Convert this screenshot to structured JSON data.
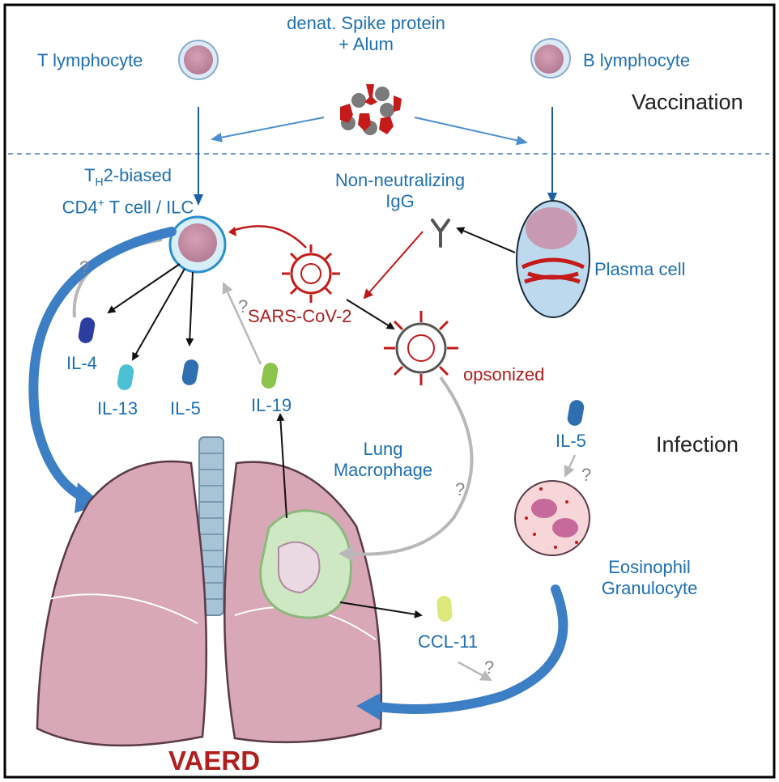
{
  "header": {
    "antigen_line1": "denat. Spike protein",
    "antigen_line2": "+ Alum"
  },
  "labels": {
    "t_lymphocyte": "T lymphocyte",
    "b_lymphocyte": "B lymphocyte",
    "vaccination": "Vaccination",
    "infection": "Infection",
    "th2_line1_pre": "T",
    "th2_line1_sub": "H",
    "th2_line1_post": "2-biased",
    "th2_line2_pre": "CD4",
    "th2_line2_sup": "+",
    "th2_line2_post": " T cell / ILC",
    "nonneut_line1": "Non-neutralizing",
    "nonneut_line2": "IgG",
    "plasma_cell": "Plasma cell",
    "sars_cov2": "SARS-CoV-2",
    "opsonized": "opsonized",
    "il4": "IL-4",
    "il13": "IL-13",
    "il5_left": "IL-5",
    "il19": "IL-19",
    "il5_right": "IL-5",
    "lung_macrophage_line1": "Lung",
    "lung_macrophage_line2": "Macrophage",
    "eosinophil_line1": "Eosinophil",
    "eosinophil_line2": "Granulocyte",
    "ccl11": "CCL-11",
    "vaerd": "VAERD",
    "unknown": "?"
  },
  "icons": [
    "t-cell-icon",
    "b-cell-icon",
    "spike-alum-icon",
    "th2-cell-icon",
    "plasma-cell-icon",
    "igg-icon",
    "virus-icon",
    "opsonized-virus-icon",
    "macrophage-icon",
    "eosinophil-icon",
    "lungs-icon",
    "cytokine-icon"
  ],
  "colors": {
    "label_blue": "#1f6fb4",
    "arrow_blue": "#3d7fc4",
    "red": "#b01e1e",
    "lung_pink": "#d9a8b6",
    "grey_arrow": "#b8b8b8"
  }
}
